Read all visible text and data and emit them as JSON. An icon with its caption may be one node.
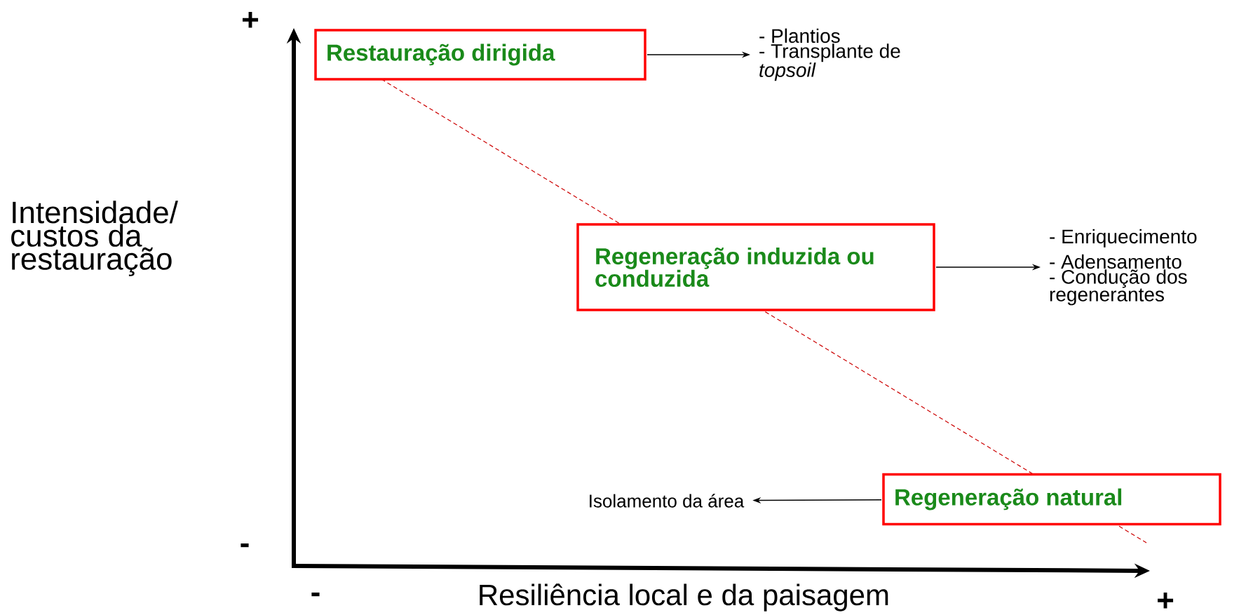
{
  "diagram": {
    "nodes": [
      {
        "text": [
          "Restauração dirigida"
        ]
      },
      {
        "text": [
          "- Plantios",
          "- Transplante de *topsoil*"
        ]
      },
      {
        "text": [
          "Regeneração induzida ou conduzida"
        ]
      },
      {
        "text": [
          "- Enriquecimento",
          "- Adensamento",
          "- Condução dos regenerantes"
        ]
      },
      {
        "text": [
          "Regeneração natural"
        ]
      },
      {
        "text": [
          "Isolamento da área"
        ]
      }
    ],
    "edges": [
      {
        "from": 0,
        "to": 1,
        "arrow": "to"
      },
      {
        "from": 2,
        "to": 3,
        "arrow": "to"
      },
      {
        "from": 4,
        "to": 5,
        "arrow": "to"
      }
    ],
    "labels": [
      "+",
      "-",
      "Intensidade/ custos da restauração",
      "-",
      "Resiliência local e da paisagem",
      "+"
    ]
  }
}
